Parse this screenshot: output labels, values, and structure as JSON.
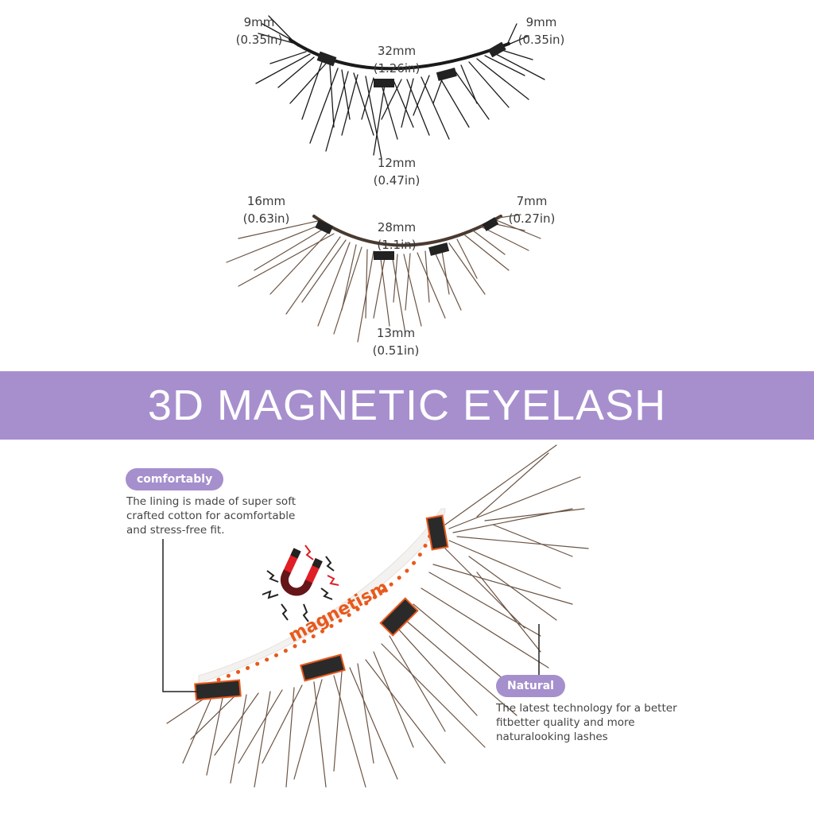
{
  "colors": {
    "banner": "#a78fce",
    "pill": "#a58fcc",
    "magnet_line": "#e8591c",
    "lash_black": "#1a1a1a",
    "lash_brown": "#6b5444"
  },
  "upper_lash": {
    "left_length": {
      "mm": "9mm",
      "in": "(0.35in)"
    },
    "right_length": {
      "mm": "9mm",
      "in": "(0.35in)"
    },
    "width": {
      "mm": "32mm",
      "in": "(1.26in)"
    },
    "center_length": {
      "mm": "12mm",
      "in": "(0.47in)"
    }
  },
  "lower_lash": {
    "left_length": {
      "mm": "16mm",
      "in": "(0.63in)"
    },
    "right_length": {
      "mm": "7mm",
      "in": "(0.27in)"
    },
    "width": {
      "mm": "28mm",
      "in": "(1.1in)"
    },
    "center_length": {
      "mm": "13mm",
      "in": "(0.51in)"
    }
  },
  "banner": {
    "title": "3D MAGNETIC EYELASH"
  },
  "comfort": {
    "label": "comfortably",
    "lines": [
      "The lining is made of super soft",
      "crafted cotton for acomfortable",
      "and stress-free fit."
    ]
  },
  "magnet": {
    "label": "magnetism",
    "icon": "horseshoe-magnet-icon"
  },
  "natural": {
    "label": "Natural",
    "lines": [
      "The latest technology for a better",
      "fitbetter quality and more",
      "naturalooking lashes"
    ]
  }
}
